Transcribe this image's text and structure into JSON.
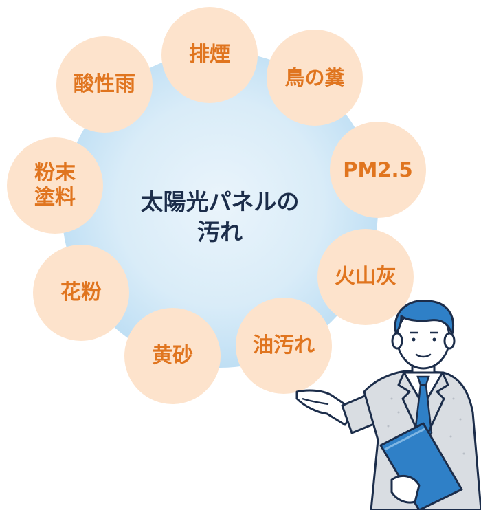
{
  "diagram": {
    "center_title": "太陽光パネルの\n汚れ",
    "items": [
      {
        "label": "排煙"
      },
      {
        "label": "鳥の糞"
      },
      {
        "label": "PM2.5"
      },
      {
        "label": "火山灰"
      },
      {
        "label": "油汚れ"
      },
      {
        "label": "黄砂"
      },
      {
        "label": "花粉"
      },
      {
        "label": "粉末\n塗料"
      },
      {
        "label": "酸性雨"
      }
    ]
  },
  "colors": {
    "bubble_fill": "#fde3cc",
    "bubble_text": "#e0751f",
    "center_fill": "#cfe6f7",
    "center_text": "#1c2d4a",
    "suit": "#d9dde2",
    "tie": "#2f80c7",
    "folder": "#2f80c7"
  },
  "icons": [
    "businessman-pointing-illustration",
    "blue-folder-icon"
  ]
}
